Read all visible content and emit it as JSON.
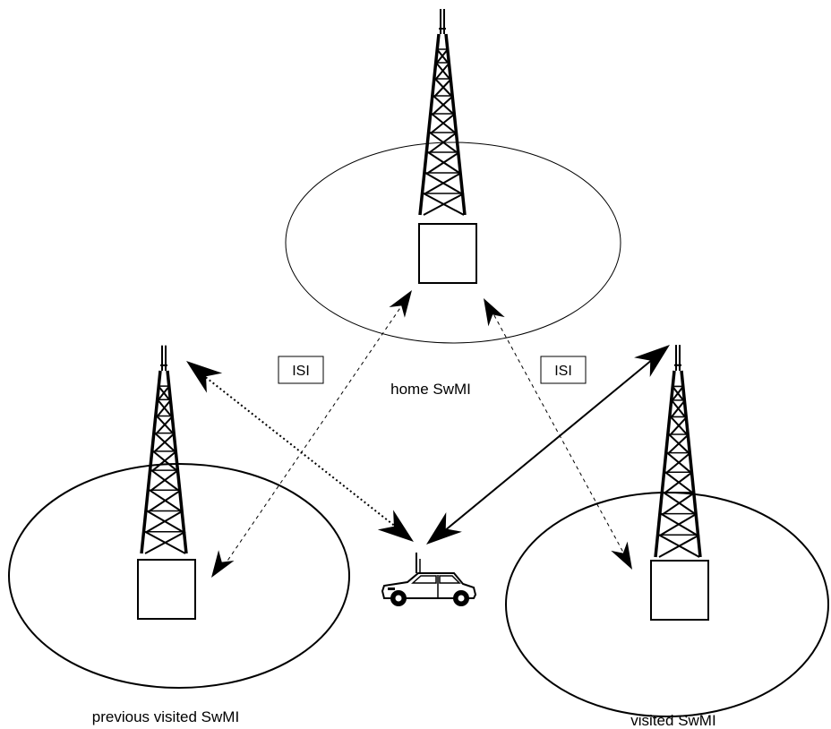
{
  "cells": {
    "home": {
      "label": "home SwMI"
    },
    "previous": {
      "label": "previous visited SwMI"
    },
    "visited": {
      "label": "visited SwMI"
    }
  },
  "interfaces": {
    "left": {
      "label": "ISI"
    },
    "right": {
      "label": "ISI"
    }
  },
  "links": [
    {
      "name": "previous-link",
      "style": "dotted"
    },
    {
      "name": "visited-link",
      "style": "solid"
    },
    {
      "name": "isi-left-link",
      "style": "dashed"
    },
    {
      "name": "isi-right-link",
      "style": "dashed"
    }
  ],
  "icons": [
    "radio-tower-icon",
    "base-station-icon",
    "car-icon",
    "arrowhead-icon"
  ]
}
